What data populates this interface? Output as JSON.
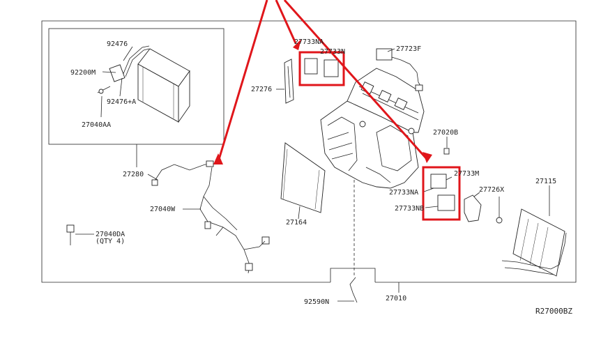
{
  "diagram": {
    "parts": [
      {
        "key": "p92476",
        "text": "92476"
      },
      {
        "key": "p92200m",
        "text": "92200M"
      },
      {
        "key": "p92476a",
        "text": "92476+A"
      },
      {
        "key": "p27040aa",
        "text": "27040AA"
      },
      {
        "key": "p27733na_top",
        "text": "27733NA"
      },
      {
        "key": "p27733n_top",
        "text": "27733N"
      },
      {
        "key": "p27723f",
        "text": "27723F"
      },
      {
        "key": "p27276",
        "text": "27276"
      },
      {
        "key": "p27020b",
        "text": "27020B"
      },
      {
        "key": "p27280",
        "text": "27280"
      },
      {
        "key": "p27733m",
        "text": "27733M"
      },
      {
        "key": "p27115",
        "text": "27115"
      },
      {
        "key": "p27726x",
        "text": "27726X"
      },
      {
        "key": "p27733na",
        "text": "27733NA"
      },
      {
        "key": "p27040w",
        "text": "27040W"
      },
      {
        "key": "p27164",
        "text": "27164"
      },
      {
        "key": "p27733nb",
        "text": "27733NB"
      },
      {
        "key": "p27040da",
        "text": "27040DA"
      },
      {
        "key": "p27040da_qty",
        "text": "(QTY 4)"
      },
      {
        "key": "p92590n",
        "text": "92590N"
      },
      {
        "key": "p27010",
        "text": "27010"
      }
    ],
    "code": "R27000BZ",
    "highlight_color": "#e0161b"
  }
}
